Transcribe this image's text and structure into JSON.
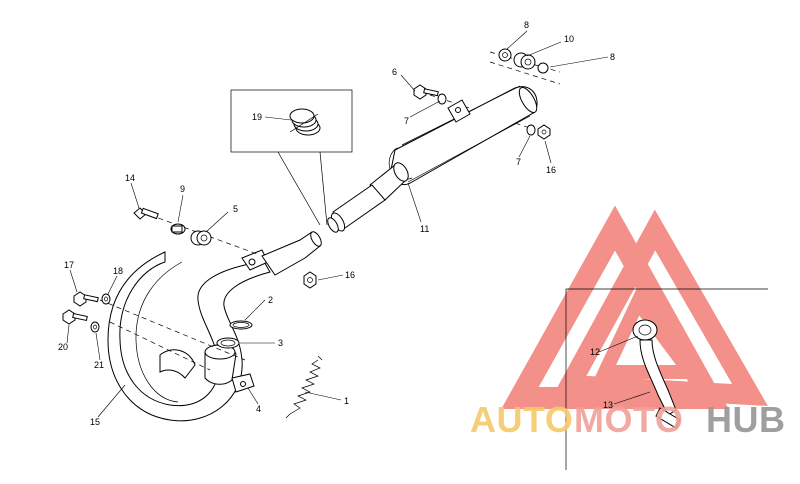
{
  "callouts": {
    "c1": "1",
    "c2": "2",
    "c3": "3",
    "c4": "4",
    "c5": "5",
    "c6": "6",
    "c7a": "7",
    "c7b": "7",
    "c8a": "8",
    "c8b": "8",
    "c9": "9",
    "c10": "10",
    "c11": "11",
    "c12": "12",
    "c13": "13",
    "c14": "14",
    "c15": "15",
    "c16a": "16",
    "c16b": "16",
    "c17": "17",
    "c18": "18",
    "c19": "19",
    "c20": "20",
    "c21": "21"
  },
  "watermark": {
    "part1": "AUTO",
    "part2": "MOTO",
    "part3": "HUB",
    "colors": {
      "auto": "#f6c96a",
      "moto": "#f1a098",
      "hub": "#9a9a9a",
      "triangle": "#ee6b62"
    }
  }
}
